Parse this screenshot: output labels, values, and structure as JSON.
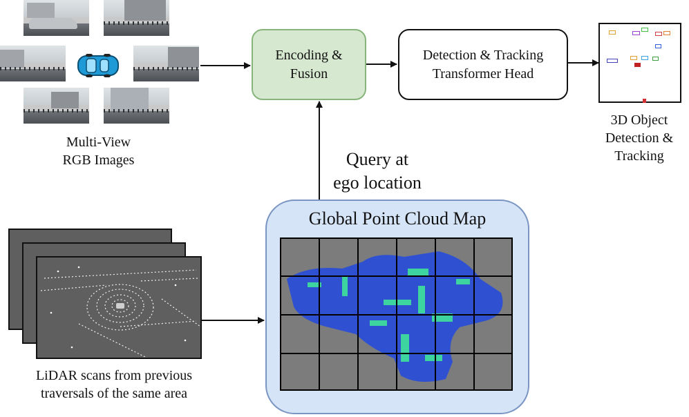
{
  "camera_caption": {
    "line1": "Multi-View",
    "line2": "RGB Images"
  },
  "encoding_box": {
    "line1": "Encoding &",
    "line2": "Fusion"
  },
  "head_box": {
    "line1": "Detection & Tracking",
    "line2": "Transformer Head"
  },
  "output_caption": {
    "line1": "3D Object",
    "line2": "Detection &",
    "line3": "Tracking"
  },
  "query_label": {
    "line1": "Query at",
    "line2": "ego location"
  },
  "map_panel": {
    "title": "Global Point Cloud Map"
  },
  "lidar_caption": {
    "line1": "LiDAR scans from previous",
    "line2": "traversals of the same area"
  },
  "colors": {
    "encoding_fill": "#d6e8cf",
    "encoding_border": "#86b47a",
    "map_panel_fill": "#d5e4f7",
    "map_panel_border": "#7a95c2",
    "map_points_blue": "#2b4fd6",
    "map_points_green": "#3fe39a",
    "car_icon": "#1f9ad6"
  },
  "icons": {
    "ego_car": "car-top-view-icon"
  }
}
